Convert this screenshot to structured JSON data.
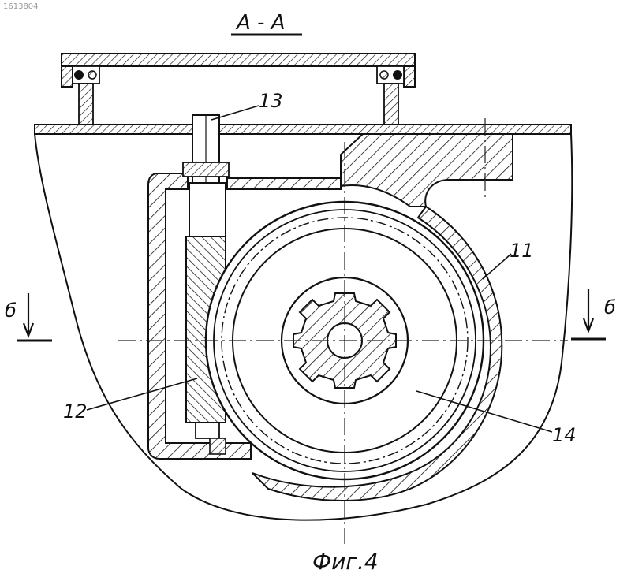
{
  "drawing": {
    "doc_number": "1613804",
    "section_title": "A - A",
    "caption": "Фиг.4",
    "labels": {
      "part_11": "11",
      "part_12": "12",
      "part_13": "13",
      "part_14": "14",
      "view_left": "б",
      "view_right": "б"
    }
  }
}
